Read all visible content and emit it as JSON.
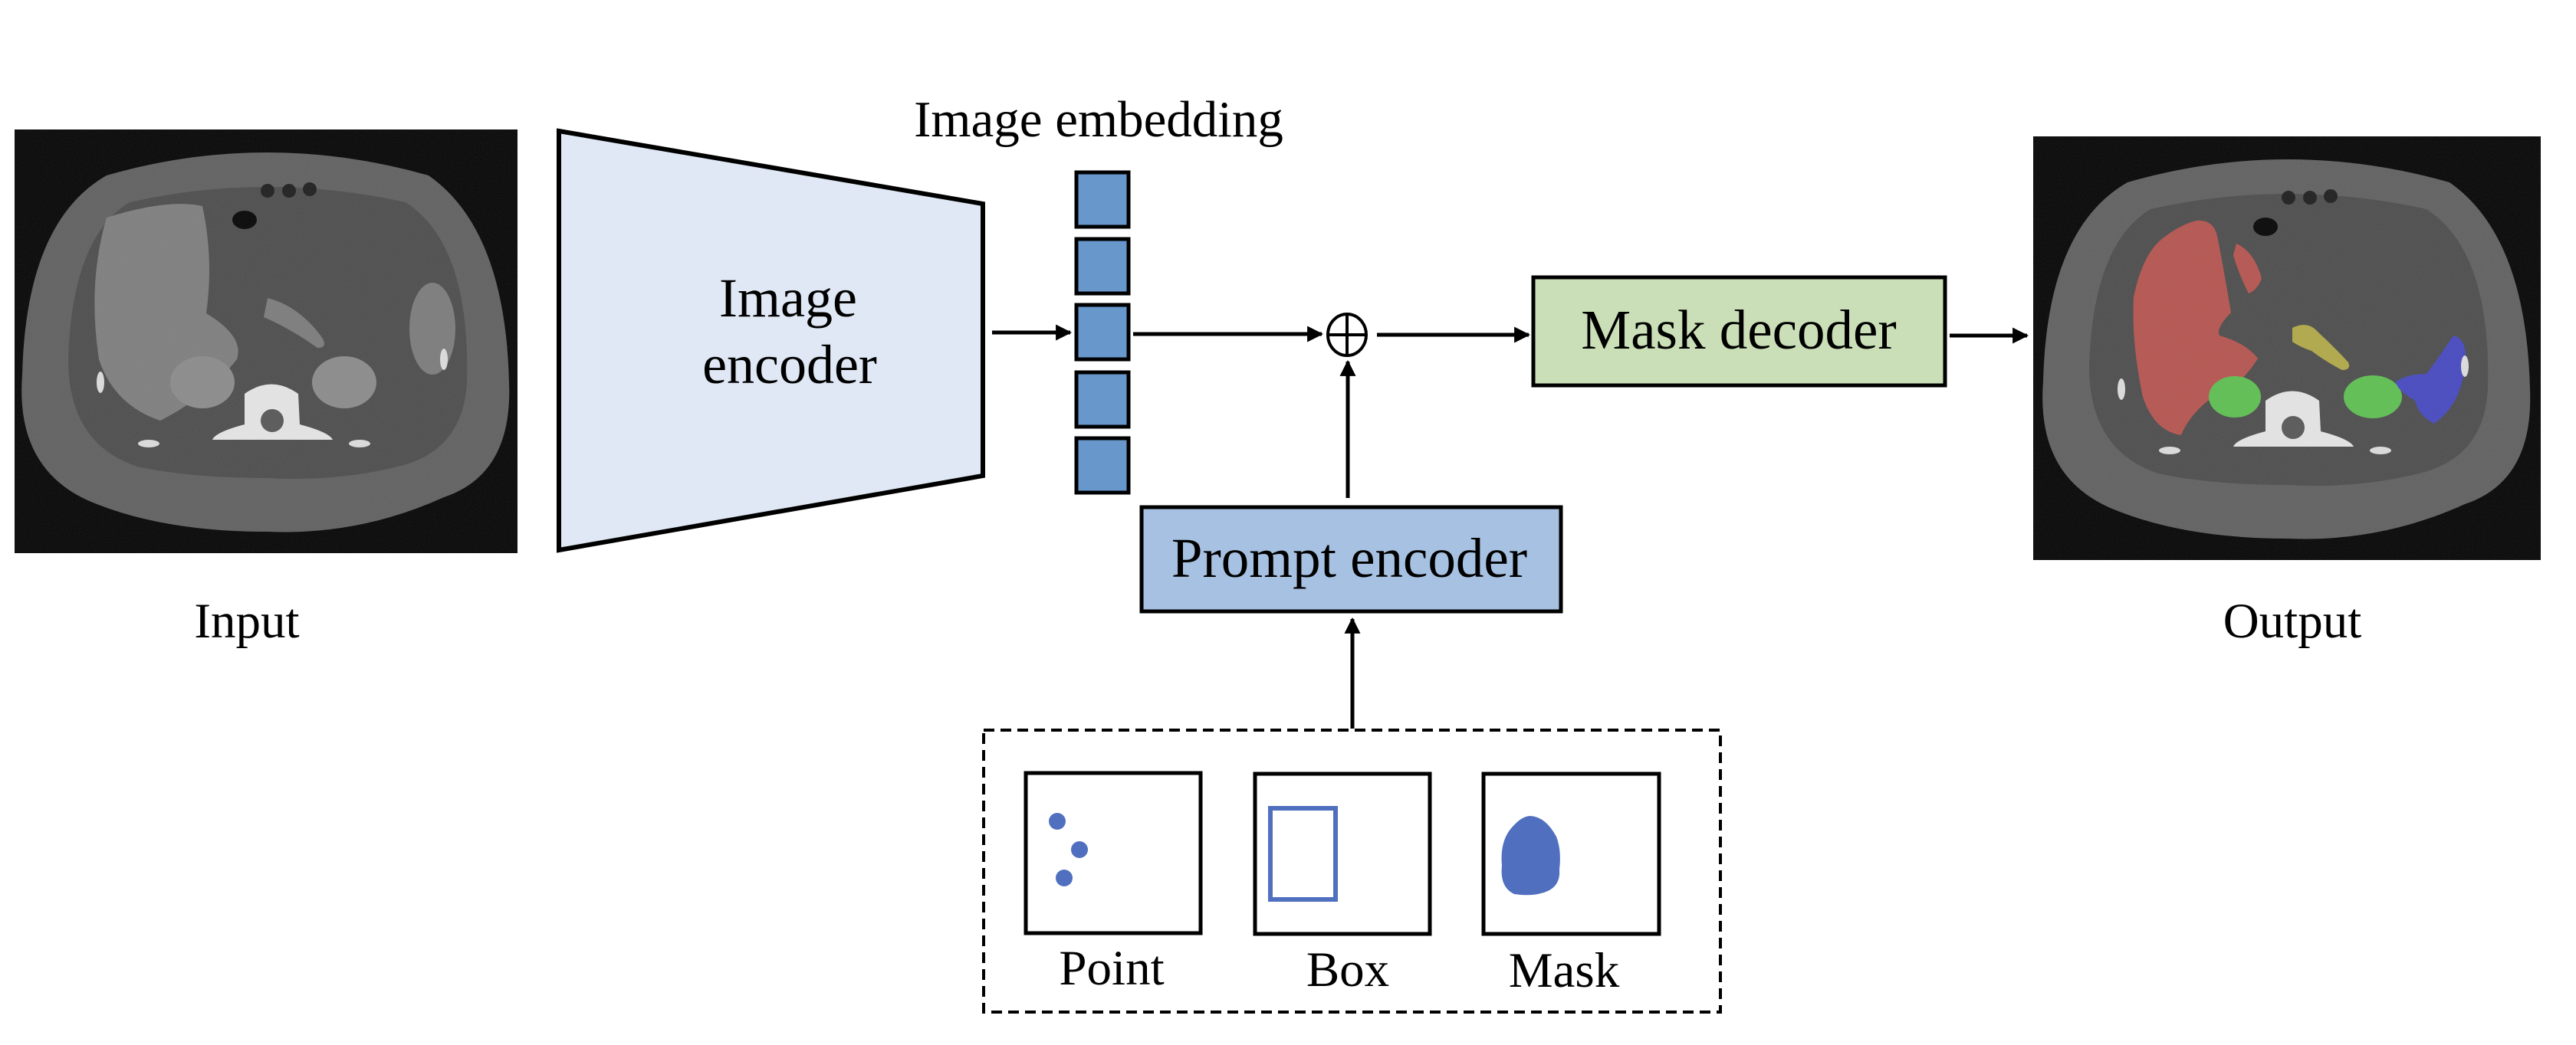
{
  "diagram": {
    "input": {
      "label": "Input",
      "image": "ct-scan-abdomen"
    },
    "image_encoder": {
      "line1": "Image",
      "line2": "encoder",
      "fill": "#dfe8f4"
    },
    "image_embedding": {
      "label": "Image embedding",
      "token_count": 5,
      "fill": "#6897cc"
    },
    "combine_symbol": "⊕",
    "prompt_encoder": {
      "label": "Prompt encoder",
      "fill": "#a6c1e1"
    },
    "mask_decoder": {
      "label": "Mask decoder",
      "fill": "#cadfb8"
    },
    "output": {
      "label": "Output",
      "image": "ct-scan-abdomen-segmented",
      "segment_colors": {
        "liver": "#b5524d",
        "kidneys": "#5cbf4f",
        "pancreas": "#b0a846",
        "spleen": "#4446c0"
      }
    },
    "prompts": [
      {
        "label": "Point",
        "icon": "points-icon"
      },
      {
        "label": "Box",
        "icon": "bounding-box-icon"
      },
      {
        "label": "Mask",
        "icon": "mask-blob-icon"
      }
    ],
    "prompt_color": "#5070bf"
  }
}
